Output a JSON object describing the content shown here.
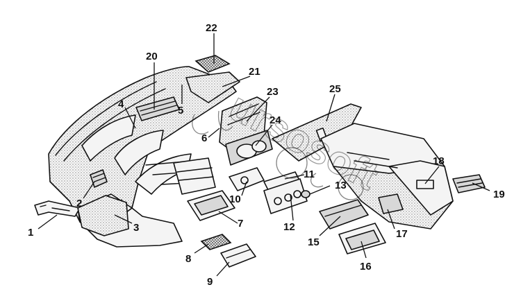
{
  "callouts": [
    {
      "id": "1",
      "text": "1"
    },
    {
      "id": "2",
      "text": "2"
    },
    {
      "id": "3",
      "text": "3"
    },
    {
      "id": "4",
      "text": "4"
    },
    {
      "id": "5",
      "text": "5"
    },
    {
      "id": "6",
      "text": "6"
    },
    {
      "id": "7",
      "text": "7"
    },
    {
      "id": "8",
      "text": "8"
    },
    {
      "id": "9",
      "text": "9"
    },
    {
      "id": "10",
      "text": "10"
    },
    {
      "id": "11",
      "text": "11"
    },
    {
      "id": "12",
      "text": "12"
    },
    {
      "id": "13",
      "text": "13"
    },
    {
      "id": "15",
      "text": "15"
    },
    {
      "id": "16",
      "text": "16"
    },
    {
      "id": "17",
      "text": "17"
    },
    {
      "id": "18",
      "text": "18"
    },
    {
      "id": "19",
      "text": "19"
    },
    {
      "id": "20",
      "text": "20"
    },
    {
      "id": "21",
      "text": "21"
    },
    {
      "id": "22",
      "text": "22"
    },
    {
      "id": "23",
      "text": "23"
    },
    {
      "id": "24",
      "text": "24"
    },
    {
      "id": "25",
      "text": "25"
    }
  ],
  "watermark": {
    "text": "ursosoft"
  }
}
